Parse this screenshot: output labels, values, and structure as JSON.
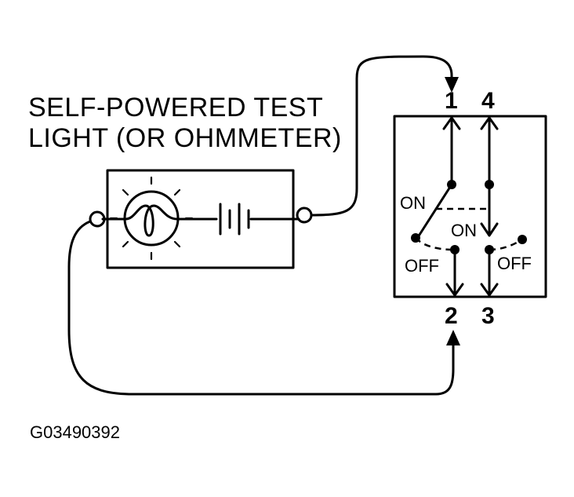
{
  "tester": {
    "title_line1": "SELF-POWERED TEST",
    "title_line2": "LIGHT (OR OHMMETER)"
  },
  "switch": {
    "terminals": {
      "t1": "1",
      "t4": "4",
      "t2": "2",
      "t3": "3"
    },
    "left_on": "ON",
    "left_off": "OFF",
    "right_on": "ON",
    "right_off": "OFF"
  },
  "figure_code": "G03490392"
}
